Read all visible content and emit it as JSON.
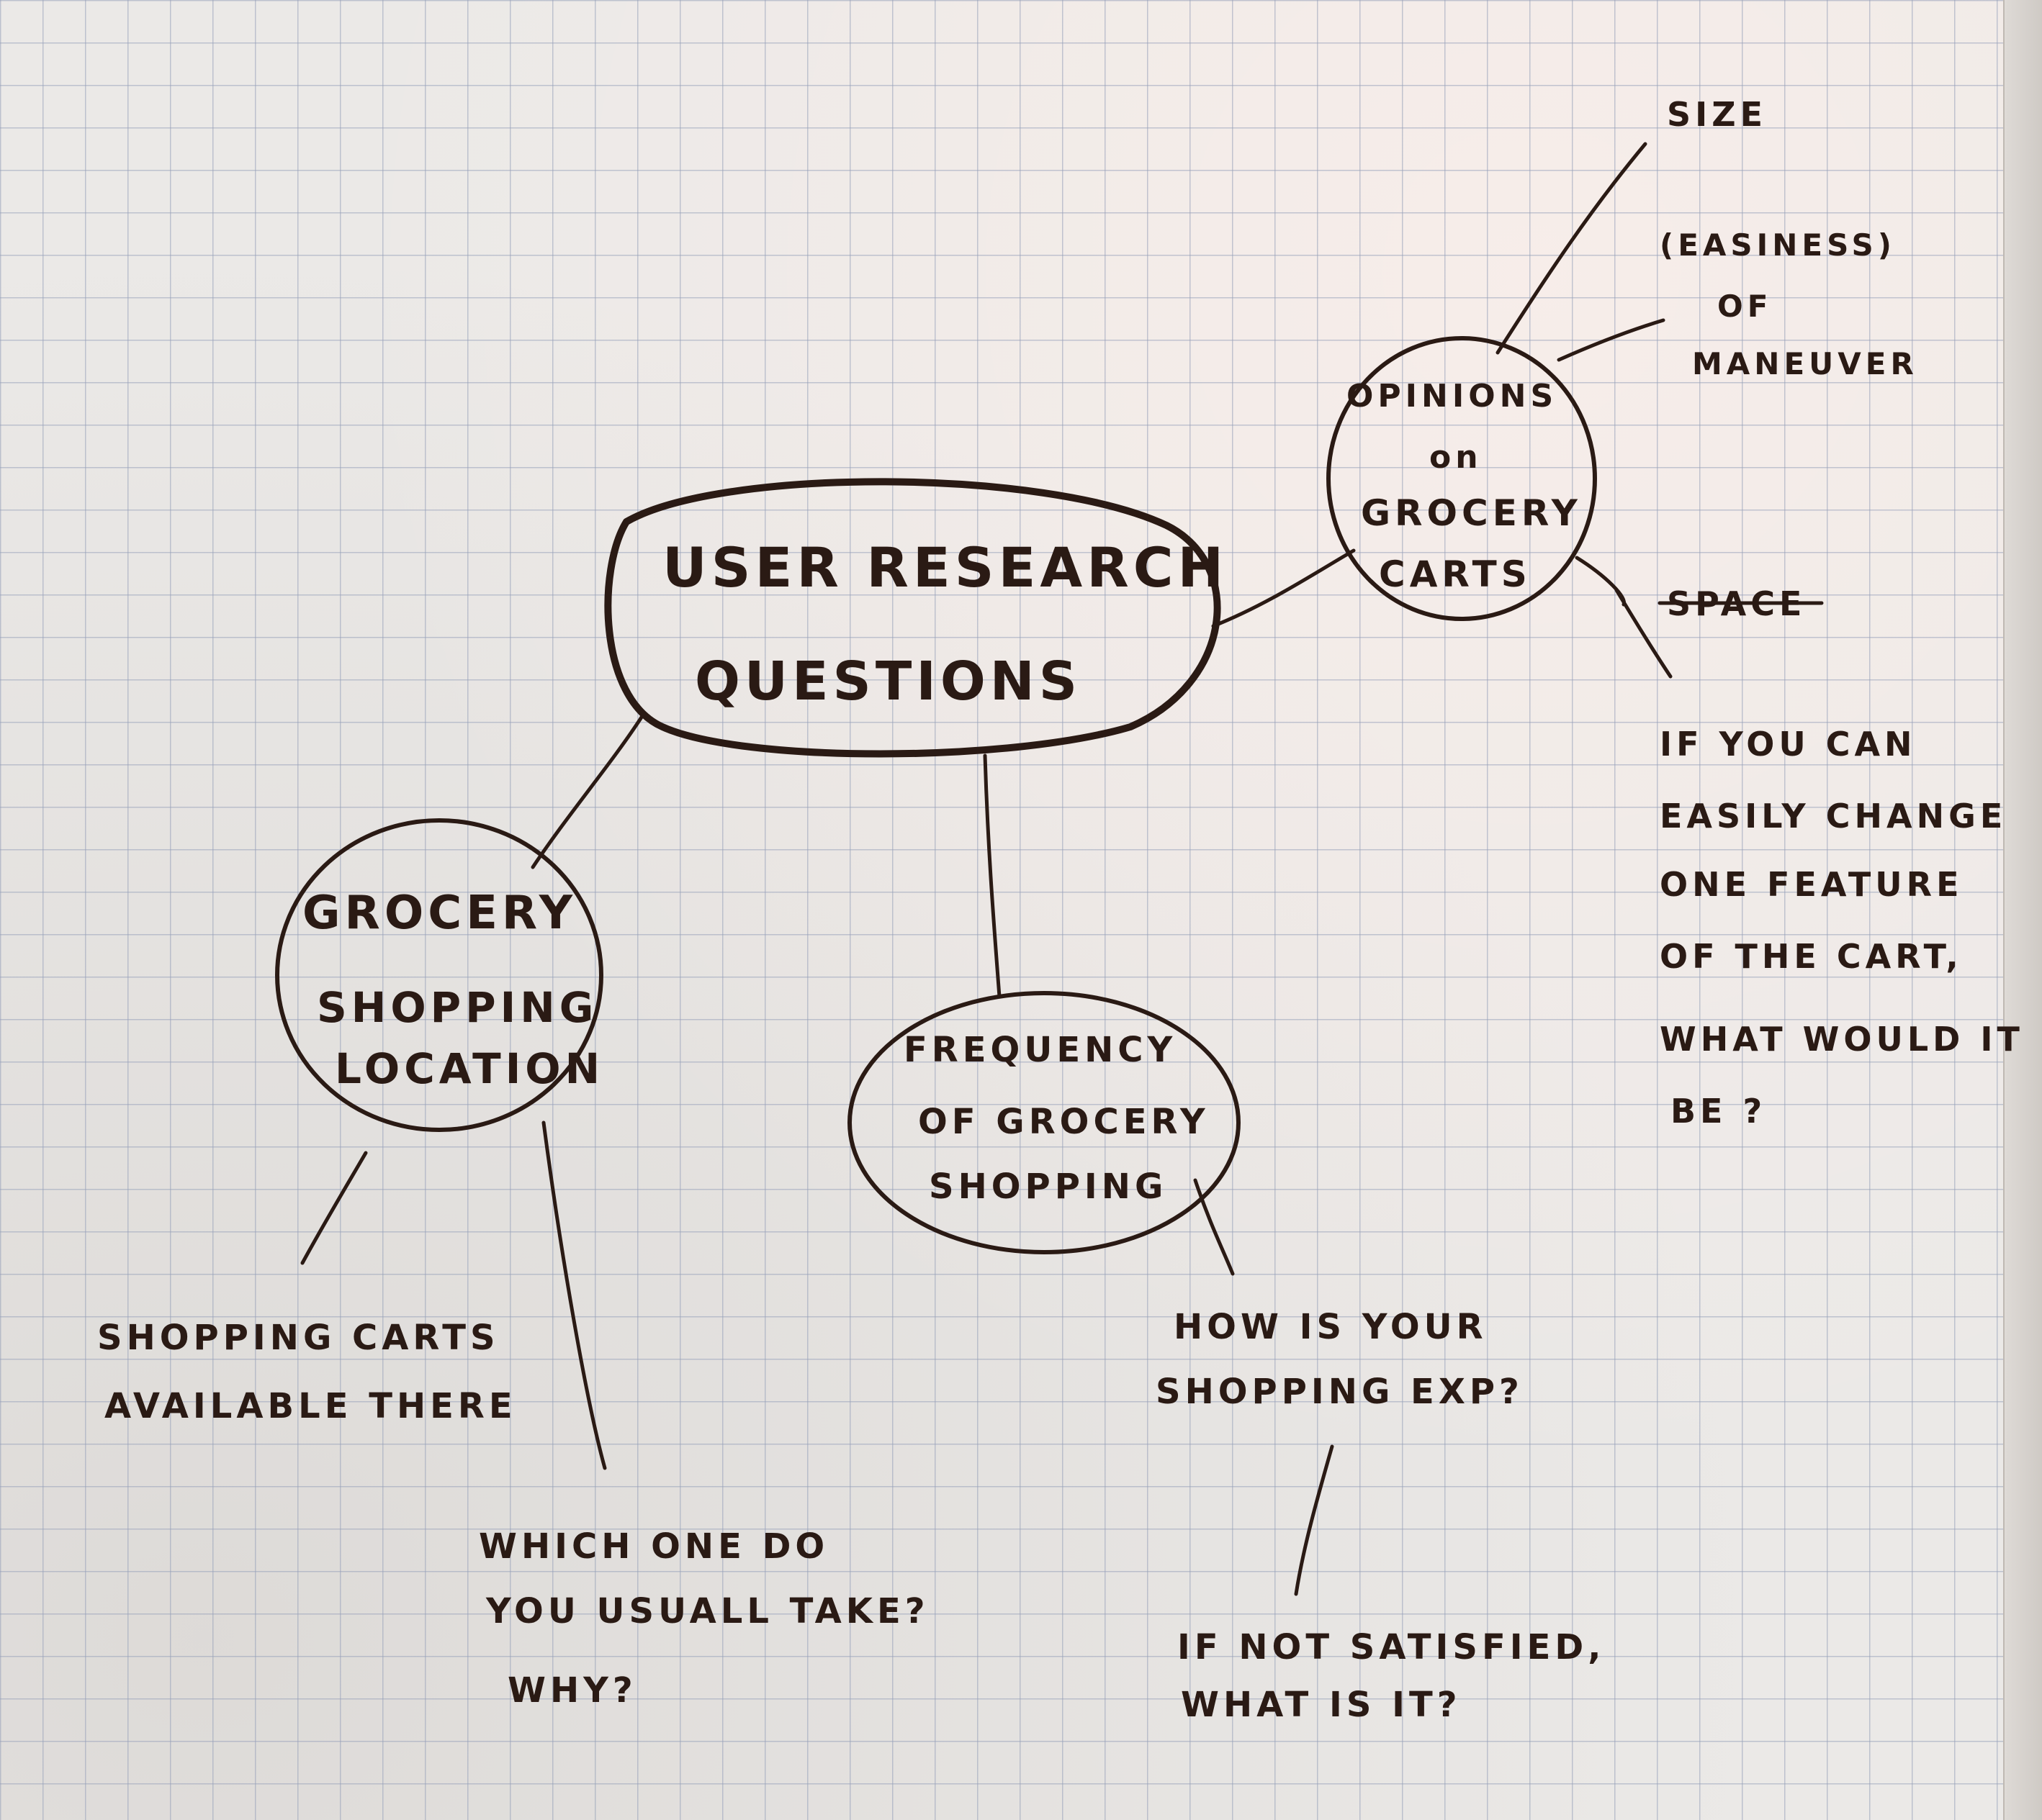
{
  "diagram": {
    "center": {
      "line1": "USER RESEARCH",
      "line2": "QUESTIONS"
    },
    "opinions": {
      "line1": "OPINIONS",
      "line2": "on",
      "line3": "GROCERY",
      "line4": "CARTS"
    },
    "location": {
      "line1": "GROCERY",
      "line2": "SHOPPING",
      "line3": "LOCATION"
    },
    "frequency": {
      "line1": "FREQUENCY",
      "line2": "OF GROCERY",
      "line3": "SHOPPING"
    },
    "notes": {
      "size": "SIZE",
      "easiness1": "(EASINESS)",
      "easiness2": "OF",
      "easiness3": "MANEUVER",
      "space": "SPACE",
      "change1": "IF YOU CAN",
      "change2": "EASILY CHANGE",
      "change3": "ONE FEATURE",
      "change4": "OF THE CART,",
      "change5": "WHAT WOULD IT",
      "change6": "BE ?",
      "carts1": "SHOPPING CARTS",
      "carts2": "AVAILABLE THERE",
      "which1": "WHICH ONE DO",
      "which2": "YOU USUALL TAKE?",
      "which3": "WHY?",
      "how1": "HOW IS YOUR",
      "how2": "SHOPPING EXP?",
      "sat1": "IF NOT SATISFIED,",
      "sat2": "WHAT IS IT?"
    }
  }
}
